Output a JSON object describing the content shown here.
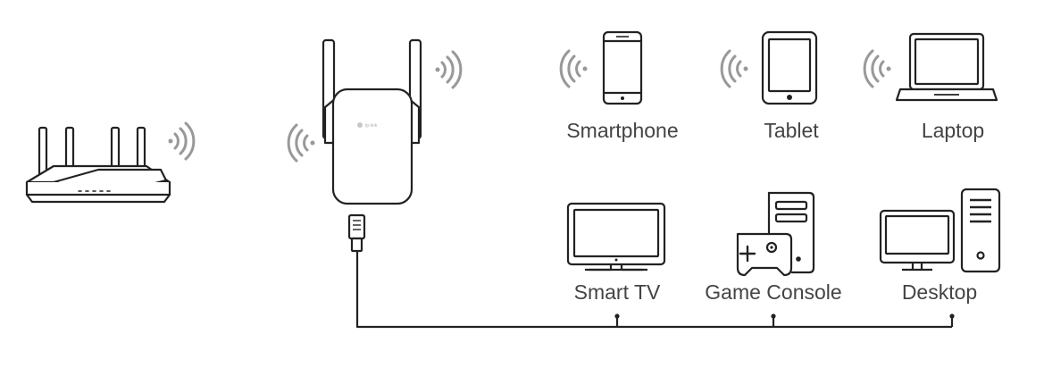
{
  "diagram": {
    "colors": {
      "stroke": "#222222",
      "wave": "#999999",
      "label": "#444444",
      "background": "#ffffff"
    },
    "extender": {
      "brand_text": "tp-link"
    },
    "wireless_devices": [
      {
        "label": "Smartphone",
        "icon": "smartphone-icon"
      },
      {
        "label": "Tablet",
        "icon": "tablet-icon"
      },
      {
        "label": "Laptop",
        "icon": "laptop-icon"
      }
    ],
    "wired_devices": [
      {
        "label": "Smart TV",
        "icon": "tv-icon"
      },
      {
        "label": "Game Console",
        "icon": "game-console-icon"
      },
      {
        "label": "Desktop",
        "icon": "desktop-icon"
      }
    ]
  }
}
